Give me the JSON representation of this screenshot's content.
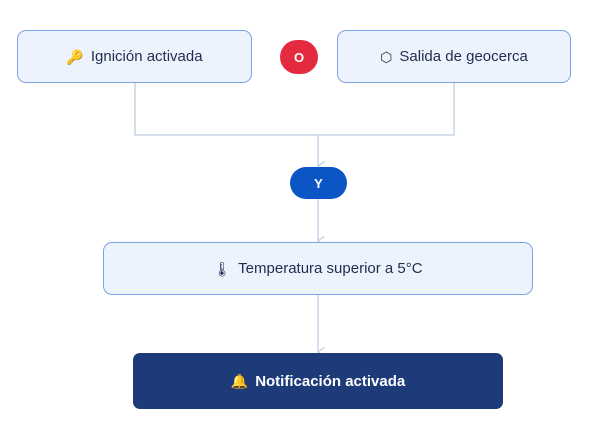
{
  "conditions": {
    "ignition": {
      "label": "Ignición activada",
      "icon": "🔑"
    },
    "geofence": {
      "label": "Salida de geocerca",
      "icon": "⬡"
    },
    "temperature": {
      "label": "Temperatura superior a 5°C",
      "icon": "🌡"
    }
  },
  "operators": {
    "or_label": "O",
    "and_label": "Y"
  },
  "result": {
    "label": "Notificación activada",
    "icon": "🔔"
  },
  "colors": {
    "node_fill": "#edf3fc",
    "node_border": "#7ea3e4",
    "or_operator": "#e42a3e",
    "and_operator": "#0b56c4",
    "result_fill": "#1d3a79",
    "connector": "#c9d5e6"
  }
}
